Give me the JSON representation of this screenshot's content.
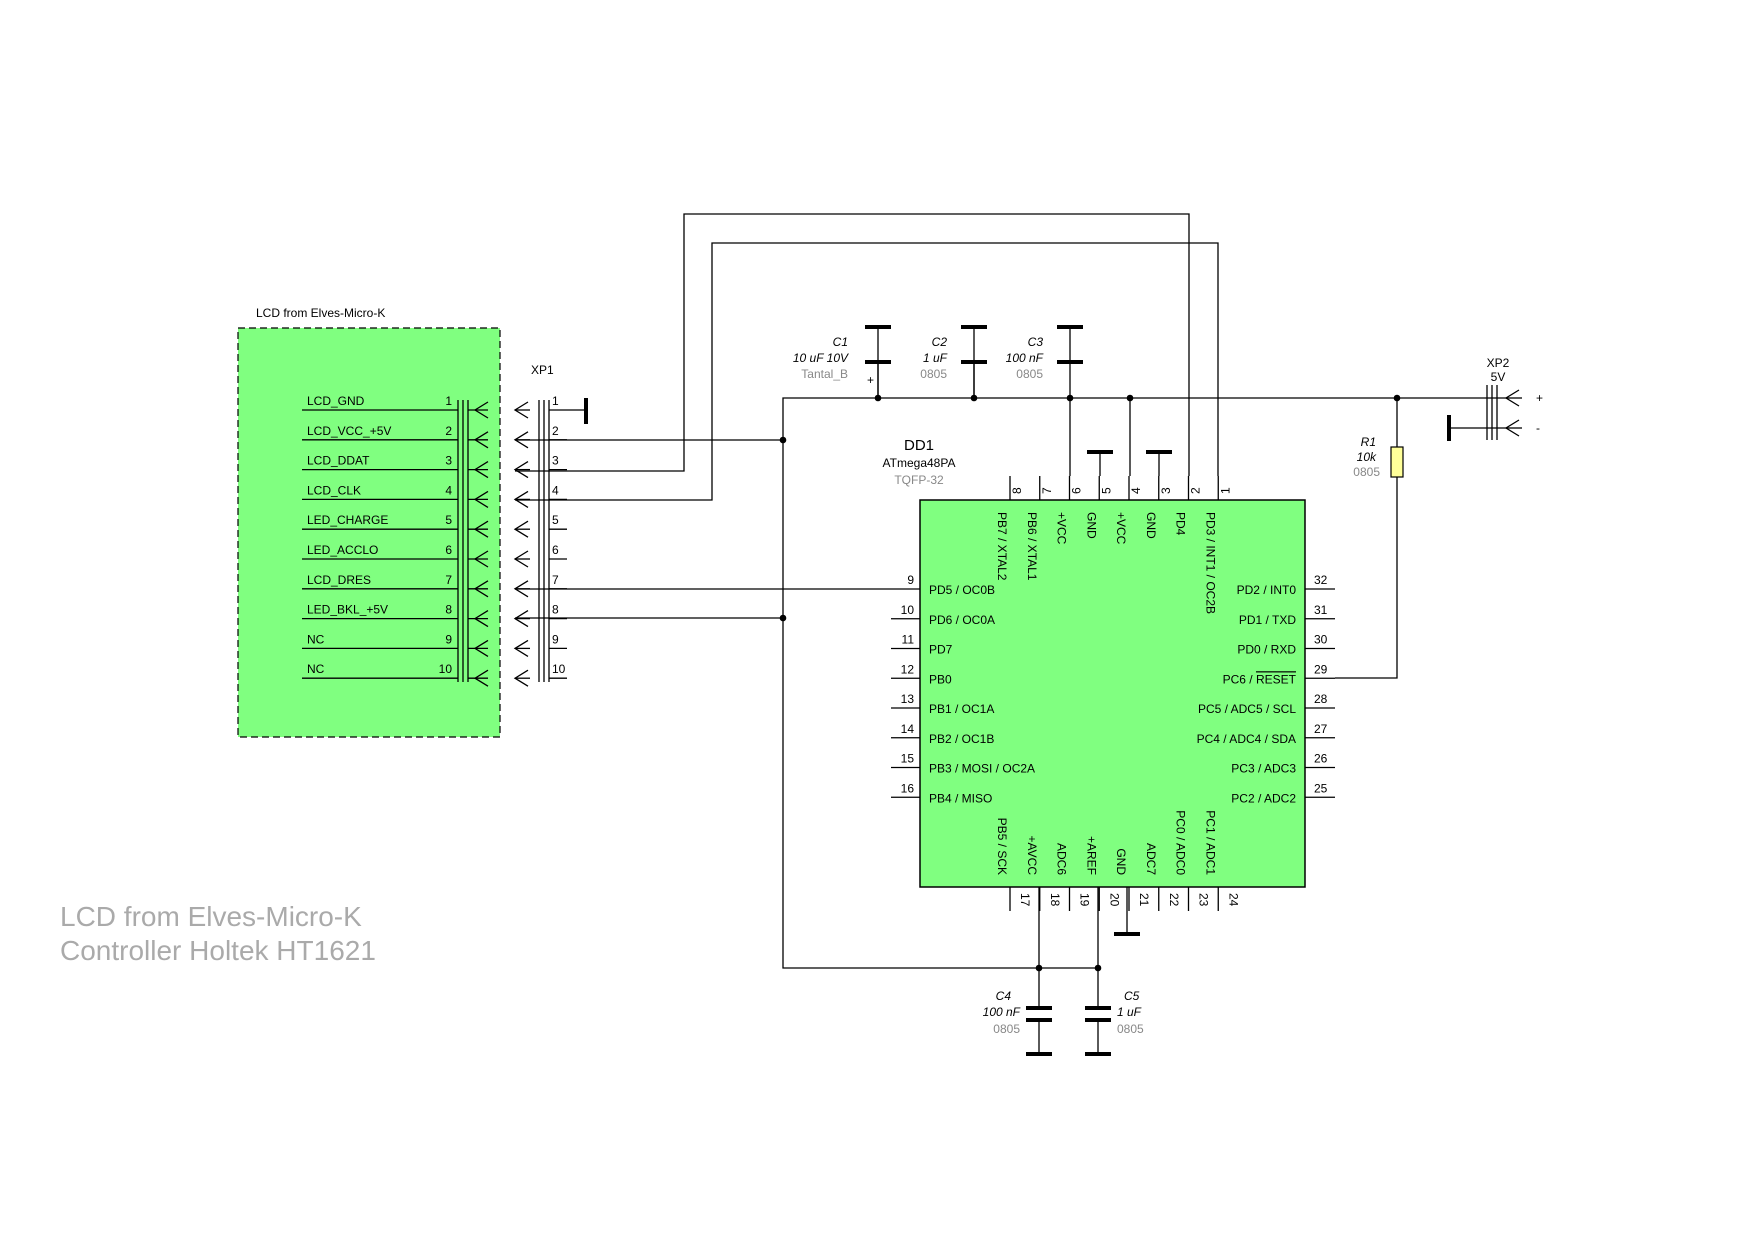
{
  "module": {
    "title": "LCD from Elves-Micro-K",
    "pins": [
      {
        "num": "1",
        "name": "LCD_GND"
      },
      {
        "num": "2",
        "name": "LCD_VCC_+5V"
      },
      {
        "num": "3",
        "name": "LCD_DDAT"
      },
      {
        "num": "4",
        "name": "LCD_CLK"
      },
      {
        "num": "5",
        "name": "LED_CHARGE"
      },
      {
        "num": "6",
        "name": "LED_ACCLO"
      },
      {
        "num": "7",
        "name": "LCD_DRES"
      },
      {
        "num": "8",
        "name": "LED_BKL_+5V"
      },
      {
        "num": "9",
        "name": "NC"
      },
      {
        "num": "10",
        "name": "NC"
      }
    ],
    "fill": "#80ff80"
  },
  "connector_xp1": {
    "ref": "XP1",
    "pins": [
      "1",
      "2",
      "3",
      "4",
      "5",
      "6",
      "7",
      "8",
      "9",
      "10"
    ]
  },
  "connector_xp2": {
    "ref": "XP2",
    "value": "5V",
    "plus": "+",
    "minus": "-"
  },
  "chip": {
    "ref": "DD1",
    "part": "ATmega48PA",
    "package": "TQFP-32",
    "fill": "#80ff80",
    "top_pins": [
      {
        "num": "8",
        "name": "PB7 / XTAL2"
      },
      {
        "num": "7",
        "name": "PB6 / XTAL1"
      },
      {
        "num": "6",
        "name": "+VCC"
      },
      {
        "num": "5",
        "name": "GND"
      },
      {
        "num": "4",
        "name": "+VCC"
      },
      {
        "num": "3",
        "name": "GND"
      },
      {
        "num": "2",
        "name": "PD4"
      },
      {
        "num": "1",
        "name": "PD3 / INT1 / OC2B"
      }
    ],
    "left_pins": [
      {
        "num": "9",
        "name": "PD5 / OC0B"
      },
      {
        "num": "10",
        "name": "PD6 / OC0A"
      },
      {
        "num": "11",
        "name": "PD7"
      },
      {
        "num": "12",
        "name": "PB0"
      },
      {
        "num": "13",
        "name": "PB1 / OC1A"
      },
      {
        "num": "14",
        "name": "PB2 / OC1B"
      },
      {
        "num": "15",
        "name": "PB3 / MOSI / OC2A"
      },
      {
        "num": "16",
        "name": "PB4 / MISO"
      }
    ],
    "right_pins": [
      {
        "num": "32",
        "name": "PD2 / INT0"
      },
      {
        "num": "31",
        "name": "PD1 / TXD"
      },
      {
        "num": "30",
        "name": "PD0 / RXD"
      },
      {
        "num": "29",
        "name_prefix": "PC6 / ",
        "name_overline": "RESET"
      },
      {
        "num": "28",
        "name": "PC5 / ADC5 / SCL"
      },
      {
        "num": "27",
        "name": "PC4 / ADC4 / SDA"
      },
      {
        "num": "26",
        "name": "PC3 / ADC3"
      },
      {
        "num": "25",
        "name": "PC2 / ADC2"
      }
    ],
    "bottom_pins": [
      {
        "num": "17",
        "name": "PB5 / SCK"
      },
      {
        "num": "18",
        "name": "+AVCC"
      },
      {
        "num": "19",
        "name": "ADC6"
      },
      {
        "num": "20",
        "name": "+AREF"
      },
      {
        "num": "21",
        "name": "GND"
      },
      {
        "num": "22",
        "name": "ADC7"
      },
      {
        "num": "23",
        "name": "PC0 / ADC0"
      },
      {
        "num": "24",
        "name": "PC1 / ADC1"
      }
    ]
  },
  "capacitors": [
    {
      "ref": "C1",
      "value": "10 uF 10V",
      "package": "Tantal_B",
      "polarity": "+"
    },
    {
      "ref": "C2",
      "value": "1 uF",
      "package": "0805"
    },
    {
      "ref": "C3",
      "value": "100 nF",
      "package": "0805"
    },
    {
      "ref": "C4",
      "value": "100 nF",
      "package": "0805"
    },
    {
      "ref": "C5",
      "value": "1 uF",
      "package": "0805"
    }
  ],
  "resistor": {
    "ref": "R1",
    "value": "10k",
    "package": "0805",
    "fill": "#ffff99"
  },
  "notes": [
    "LCD from Elves-Micro-K",
    "Controller Holtek HT1621"
  ]
}
